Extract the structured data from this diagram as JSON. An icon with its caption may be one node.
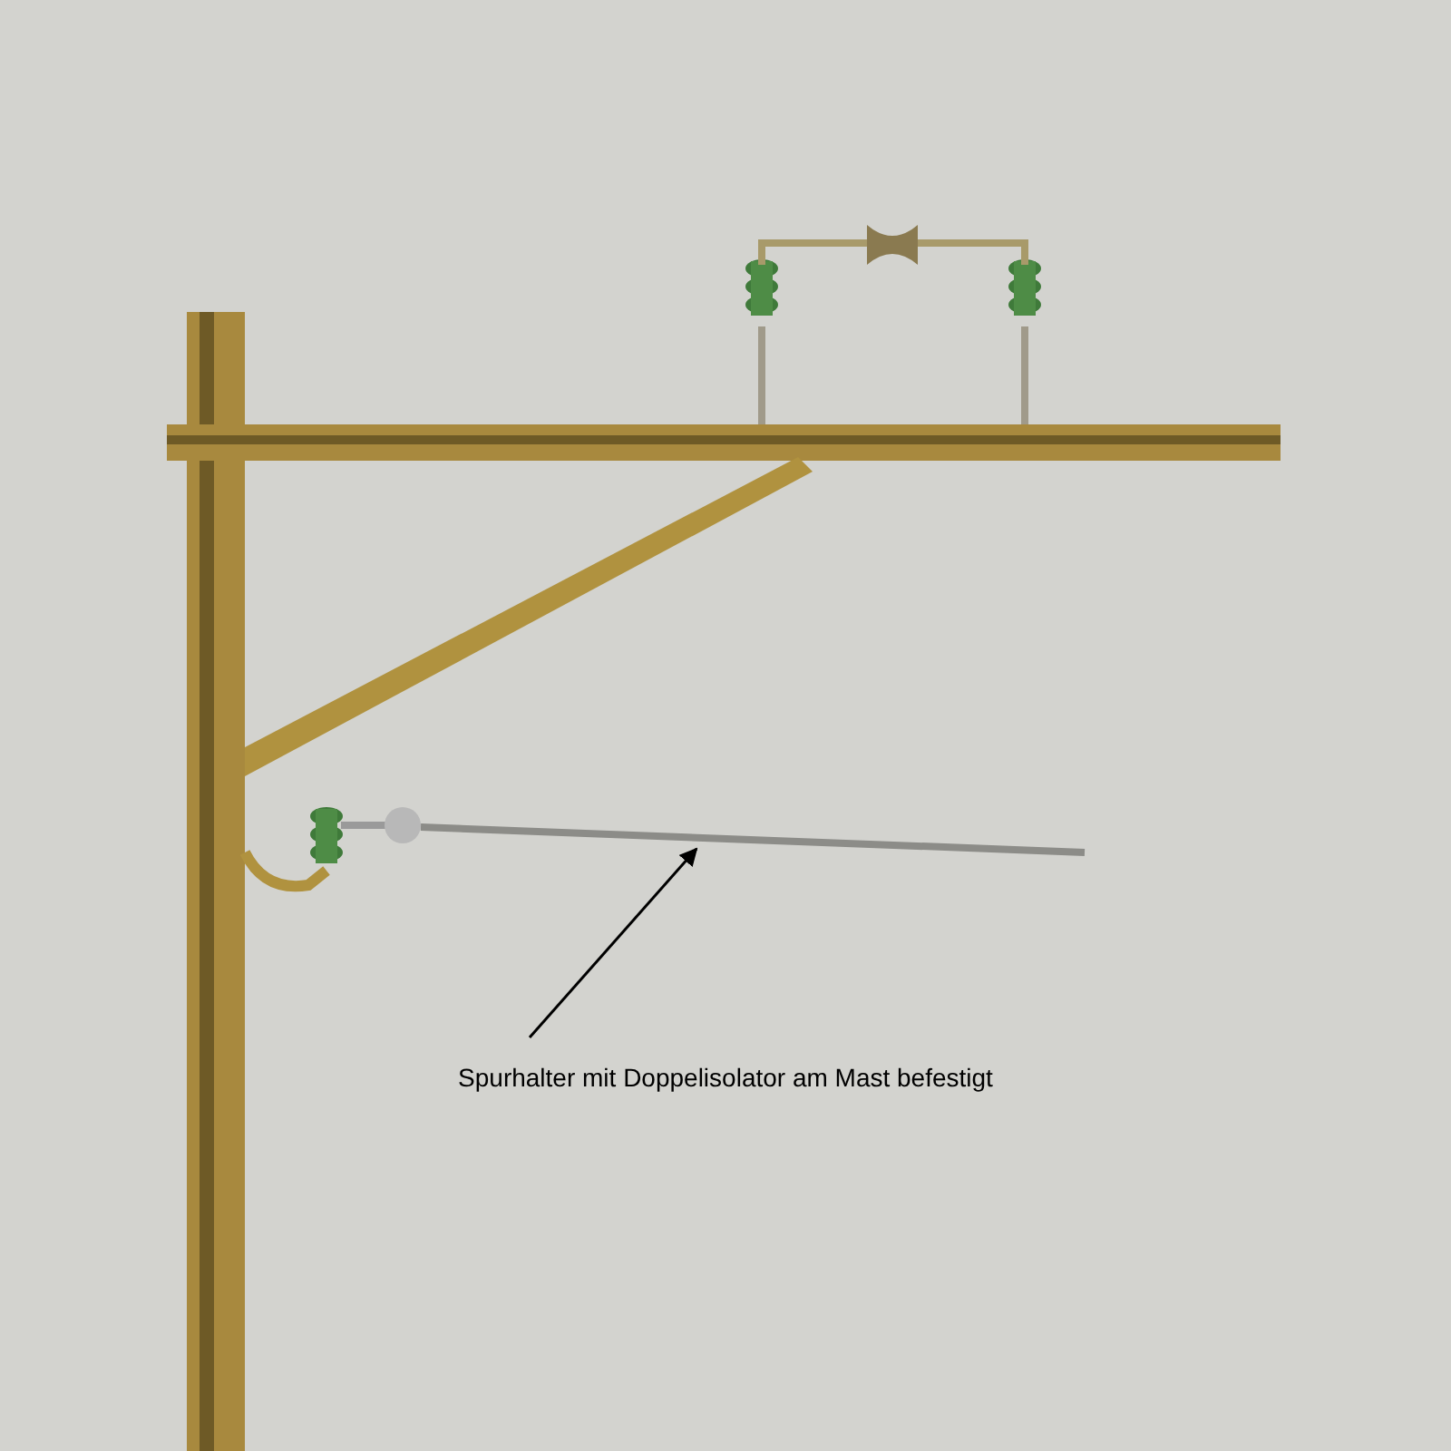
{
  "diagram": {
    "nodes": [
      {
        "text": [
          "Spurhalter mit Doppelisolator am Mast befestigt"
        ]
      },
      {
        "text": [],
        "shape": "picture"
      }
    ],
    "edges": [
      {
        "from": 0,
        "to": 1,
        "arrow": "to"
      }
    ]
  }
}
